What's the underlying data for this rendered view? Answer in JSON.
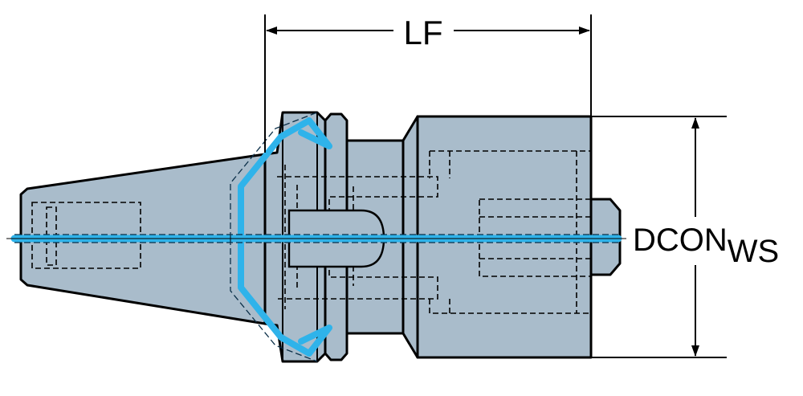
{
  "labels": {
    "length": "LF",
    "diameter_main": "DCON",
    "diameter_sub": "WS"
  },
  "colors": {
    "body": "#a9bccb",
    "outline": "#000000",
    "coolant": "#2fb3ea",
    "hidden_line": "#000000"
  }
}
